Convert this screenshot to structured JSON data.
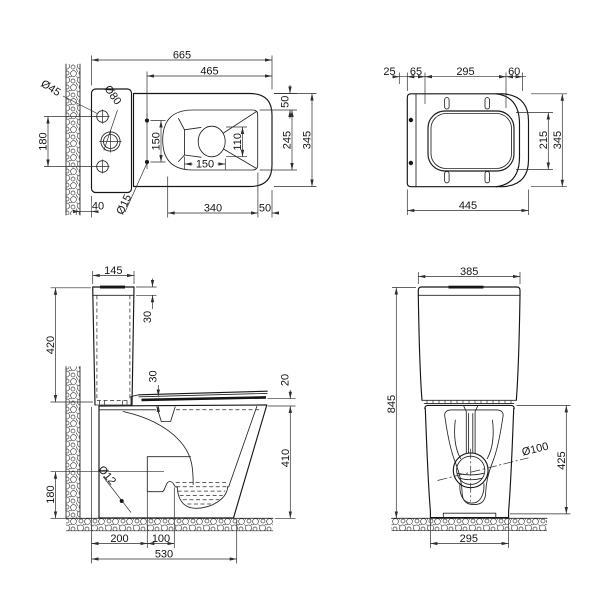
{
  "document": {
    "type": "technical dimensional drawing",
    "subject": "floor-standing toilet with cistern and seat, four orthographic views",
    "units": "mm"
  },
  "colors": {
    "background": "#ffffff",
    "line": "#161616"
  },
  "views": {
    "top": {
      "dims": {
        "overall_length": "665",
        "front_to_holes": "465",
        "top_rim_gap": "50",
        "inner_width": "245",
        "overall_width": "345",
        "hole_spacing": "150",
        "drain_width": "110",
        "drain_length": "150",
        "inner_length": "340",
        "side_rim_gap": "50",
        "wall_gap": "40",
        "tank_hole_spacing": "180",
        "dia_45": "Ø45",
        "dia_80": "Ø80",
        "dia_15": "Ø15"
      }
    },
    "seat": {
      "dims": {
        "edge_offset": "25",
        "hinge_offset": "65",
        "opening_length": "295",
        "front_offset": "60",
        "opening_width": "215",
        "overall_width": "345",
        "overall_length": "445"
      }
    },
    "side": {
      "dims": {
        "tank_depth": "145",
        "lid_height": "30",
        "tank_height": "420",
        "seat_thickness": "30",
        "rim_step": "20",
        "bowl_height": "410",
        "inlet_height": "180",
        "dia_12": "Ø12",
        "outlet_offset": "200",
        "outlet_spacing": "100",
        "overall_depth": "530"
      }
    },
    "front": {
      "dims": {
        "tank_width": "385",
        "overall_height": "845",
        "dia_100": "Ø100",
        "base_height": "425",
        "base_width": "295"
      }
    }
  }
}
